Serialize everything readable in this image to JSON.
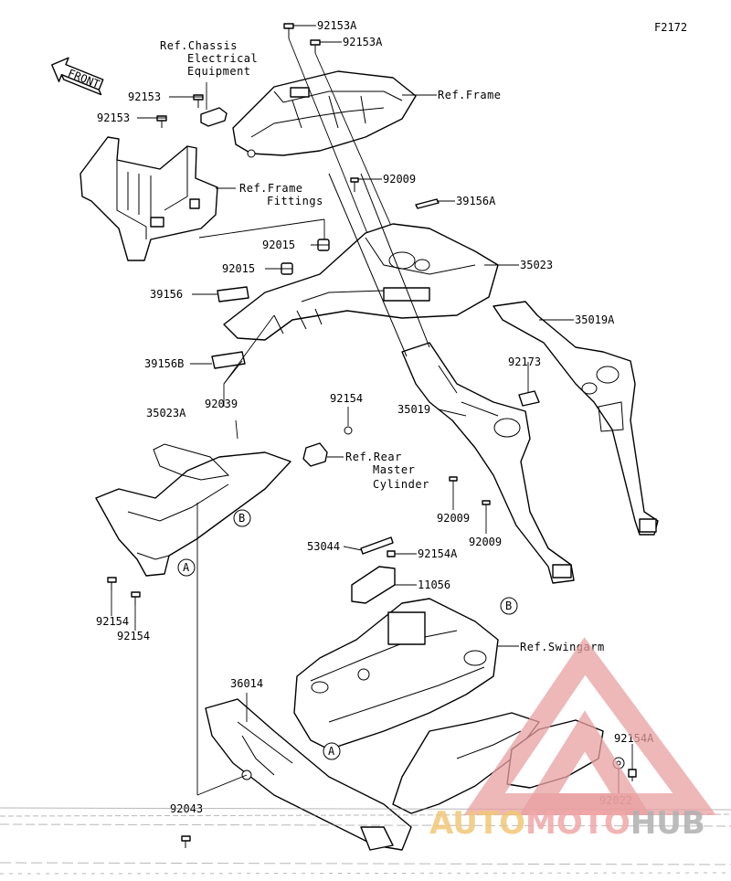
{
  "diagram": {
    "figure_code": "F2172",
    "front_label": "FRONT",
    "part_labels": [
      {
        "id": "92153a-1",
        "text": "92153A"
      },
      {
        "id": "92153a-2",
        "text": "92153A"
      },
      {
        "id": "92153-1",
        "text": "92153"
      },
      {
        "id": "92153-2",
        "text": "92153"
      },
      {
        "id": "92009-1",
        "text": "92009"
      },
      {
        "id": "39156a",
        "text": "39156A"
      },
      {
        "id": "92015-1",
        "text": "92015"
      },
      {
        "id": "92015-2",
        "text": "92015"
      },
      {
        "id": "35023",
        "text": "35023"
      },
      {
        "id": "39156",
        "text": "39156"
      },
      {
        "id": "35019a",
        "text": "35019A"
      },
      {
        "id": "39156b",
        "text": "39156B"
      },
      {
        "id": "92173",
        "text": "92173"
      },
      {
        "id": "92039",
        "text": "92039"
      },
      {
        "id": "92154-1",
        "text": "92154"
      },
      {
        "id": "35023a",
        "text": "35023A"
      },
      {
        "id": "35019",
        "text": "35019"
      },
      {
        "id": "92009-2",
        "text": "92009"
      },
      {
        "id": "92009-3",
        "text": "92009"
      },
      {
        "id": "53044",
        "text": "53044"
      },
      {
        "id": "92154a-1",
        "text": "92154A"
      },
      {
        "id": "11056",
        "text": "11056"
      },
      {
        "id": "92154-2",
        "text": "92154"
      },
      {
        "id": "92154-3",
        "text": "92154"
      },
      {
        "id": "36014",
        "text": "36014"
      },
      {
        "id": "92154a-2",
        "text": "92154A"
      },
      {
        "id": "92022",
        "text": "92022"
      },
      {
        "id": "92043-partial",
        "text": "92043"
      }
    ],
    "references": {
      "chassis_line1": "Ref.Chassis",
      "chassis_line2": "Electrical",
      "chassis_line3": "Equipment",
      "frame": "Ref.Frame",
      "frame_fittings_line1": "Ref.Frame",
      "frame_fittings_line2": "Fittings",
      "rear_master_line1": "Ref.Rear",
      "rear_master_line2": "Master",
      "rear_master_line3": "Cylinder",
      "swingarm": "Ref.Swingarm"
    },
    "callouts": {
      "a": "A",
      "b": "B"
    }
  },
  "watermark": {
    "part1": "AUTO",
    "part2": "MOTO",
    "part3": "HUB",
    "color_auto": "#f0c878",
    "color_moto": "#f0a8a8",
    "color_hub": "#b0b0b0",
    "color_triangle": "#e8a0a0"
  }
}
